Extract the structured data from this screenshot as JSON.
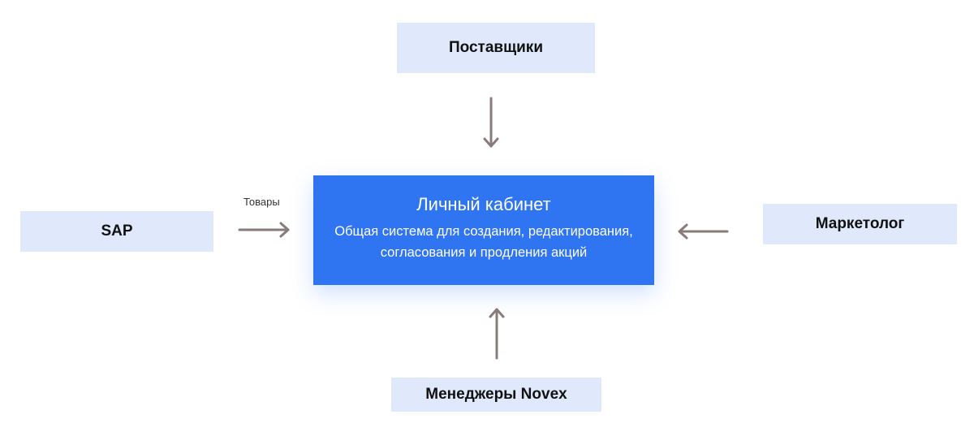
{
  "nodes": {
    "suppliers": "Поставщики",
    "sap": "SAP",
    "marketer": "Маркетолог",
    "managers": "Менеджеры Novex"
  },
  "center": {
    "title": "Личный кабинет",
    "description": "Общая система для создания, редактирования, согласования и продления акций"
  },
  "edges": {
    "sap_label": "Товары"
  },
  "colors": {
    "node_fill": "#dfe9fb",
    "center_fill": "#2f74f0",
    "arrow": "#8a7b7b"
  }
}
